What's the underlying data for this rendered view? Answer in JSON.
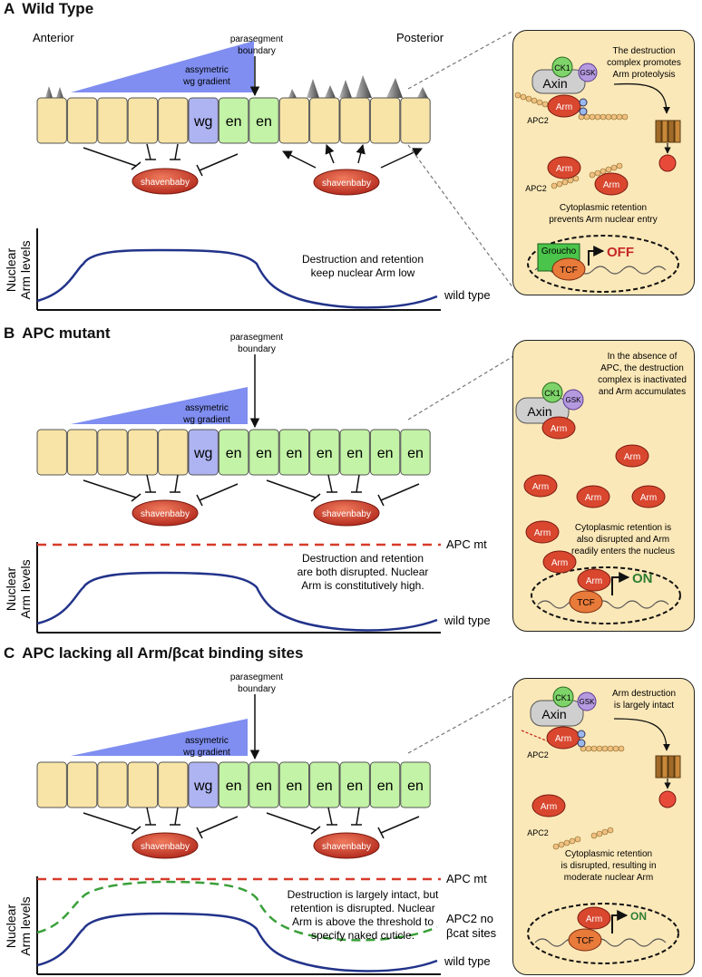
{
  "panels": [
    {
      "letter": "A",
      "title": "Wild Type",
      "anterior": "Anterior",
      "posterior": "Posterior",
      "boundary": [
        "parasegment",
        "boundary"
      ],
      "gradient": [
        "assymetric",
        "wg gradient"
      ],
      "cells": [
        "",
        "",
        "",
        "",
        "",
        "wg",
        "en",
        "en",
        "",
        "",
        "",
        "",
        ""
      ],
      "shavenbaby": "shavenbaby",
      "yaxis": [
        "Nuclear",
        "Arm levels"
      ],
      "note": [
        "Destruction and retention",
        "keep nuclear Arm low"
      ],
      "curve_labels": [
        "wild type"
      ],
      "inset": {
        "top_text": [
          "The destruction",
          "complex promotes",
          "Arm proteolysis"
        ],
        "complex": {
          "ck1": "CK1",
          "gsk": "GSK",
          "axin": "Axin",
          "arm": "Arm",
          "apc": "APC2"
        },
        "mid_apc": "APC2",
        "mid_arm": [
          "Arm",
          "Arm"
        ],
        "mid_text": [
          "Cytoplasmic retention",
          "prevents Arm nuclear entry"
        ],
        "nucleus": {
          "groucho": "Groucho",
          "tcf": "TCF",
          "state": "OFF",
          "state_color": "#c62828"
        }
      }
    },
    {
      "letter": "B",
      "title": "APC mutant",
      "boundary": [
        "parasegment",
        "boundary"
      ],
      "gradient": [
        "assymetric",
        "wg gradient"
      ],
      "cells": [
        "",
        "",
        "",
        "",
        "",
        "wg",
        "en",
        "en",
        "en",
        "en",
        "en",
        "en",
        "en"
      ],
      "shavenbaby": "shavenbaby",
      "yaxis": [
        "Nuclear",
        "Arm levels"
      ],
      "note": [
        "Destruction and retention",
        "are both disrupted. Nuclear",
        "Arm is constitutively high."
      ],
      "curve_labels": [
        "APC mt",
        "wild type"
      ],
      "inset": {
        "top_text": [
          "In the absence of",
          "APC, the destruction",
          "complex is inactivated",
          "and Arm accumulates"
        ],
        "complex": {
          "ck1": "CK1",
          "gsk": "GSK",
          "axin": "Axin",
          "arm": "Arm"
        },
        "free_arm": [
          "Arm",
          "Arm",
          "Arm",
          "Arm",
          "Arm"
        ],
        "mid_text": [
          "Cytoplasmic retention is",
          "also disrupted and Arm",
          "readily enters the nucleus"
        ],
        "nucleus": {
          "arm_outside": "Arm",
          "arm": "Arm",
          "tcf": "TCF",
          "state": "ON",
          "state_color": "#2e7d32"
        }
      }
    },
    {
      "letter": "C",
      "title": "APC lacking all Arm/βcat binding sites",
      "boundary": [
        "parasegment",
        "boundary"
      ],
      "gradient": [
        "assymetric",
        "wg gradient"
      ],
      "cells": [
        "",
        "",
        "",
        "",
        "",
        "wg",
        "en",
        "en",
        "en",
        "en",
        "en",
        "en",
        "en"
      ],
      "shavenbaby": "shavenbaby",
      "yaxis": [
        "Nuclear",
        "Arm levels"
      ],
      "note": [
        "Destruction is largely intact, but",
        "retention is disrupted. Nuclear",
        "Arm is above the threshold to",
        "specify naked cuticle."
      ],
      "curve_labels": [
        "APC mt",
        "APC2 no",
        "βcat sites",
        "wild type"
      ],
      "inset": {
        "top_text": [
          "Arm destruction",
          "is largely intact"
        ],
        "complex": {
          "ck1": "CK1",
          "gsk": "GSK",
          "axin": "Axin",
          "arm": "Arm",
          "apc": "APC2"
        },
        "free_arm": [
          "Arm"
        ],
        "mid_apc": "APC2",
        "mid_text": [
          "Cytoplasmic retention",
          "is disrupted, resulting in",
          "moderate nuclear Arm"
        ],
        "nucleus": {
          "arm": "Arm",
          "tcf": "TCF",
          "state": "ON",
          "state_color": "#2e7d32"
        }
      }
    }
  ],
  "colors": {
    "cell_yellow": "#f8e4a6",
    "cell_wg": "#aeb4f2",
    "cell_en": "#c3f3a6",
    "gradient": "#7f8ef0",
    "shavenbaby": "#c8321e",
    "curve_wt": "#22338a",
    "curve_mt": "#d83a2a",
    "curve_apc2": "#3aa03a",
    "inset_bg": "#fbe8b8"
  }
}
